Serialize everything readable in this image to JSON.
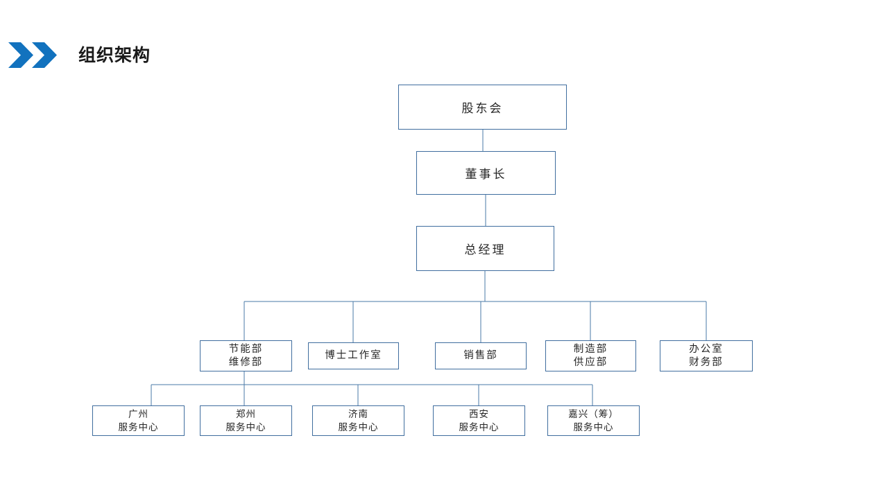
{
  "header": {
    "title": "组织架构",
    "icon": "double-chevron-right-icon",
    "accent_color": "#1272be"
  },
  "theme": {
    "node_border_color": "#3f6d9e",
    "node_fill_color": "#ffffff",
    "connector_color": "#4a7aa7",
    "text_color": "#262626",
    "background_color": "#ffffff"
  },
  "chart_data": {
    "type": "diagram",
    "subtype": "org-chart",
    "title": "组织架构",
    "orientation": "top-down",
    "levels": [
      {
        "level": 0,
        "name": "shareholders",
        "nodes": [
          {
            "id": "shareholders",
            "lines": [
              "股东会"
            ]
          }
        ]
      },
      {
        "level": 1,
        "name": "chairman",
        "nodes": [
          {
            "id": "chairman",
            "lines": [
              "董事长"
            ]
          }
        ]
      },
      {
        "level": 2,
        "name": "general-manager",
        "nodes": [
          {
            "id": "gm",
            "lines": [
              "总经理"
            ]
          }
        ]
      },
      {
        "level": 3,
        "name": "departments",
        "nodes": [
          {
            "id": "dept-0",
            "lines": [
              "节能部",
              "维修部"
            ]
          },
          {
            "id": "dept-1",
            "lines": [
              "博士工作室"
            ]
          },
          {
            "id": "dept-2",
            "lines": [
              "销售部"
            ]
          },
          {
            "id": "dept-3",
            "lines": [
              "制造部",
              "供应部"
            ]
          },
          {
            "id": "dept-4",
            "lines": [
              "办公室",
              "财务部"
            ]
          }
        ]
      },
      {
        "level": 4,
        "name": "service-centers",
        "nodes": [
          {
            "id": "center-0",
            "lines": [
              "广州",
              "服务中心"
            ]
          },
          {
            "id": "center-1",
            "lines": [
              "郑州",
              "服务中心"
            ]
          },
          {
            "id": "center-2",
            "lines": [
              "济南",
              "服务中心"
            ]
          },
          {
            "id": "center-3",
            "lines": [
              "西安",
              "服务中心"
            ]
          },
          {
            "id": "center-4",
            "lines": [
              "嘉兴（筹）",
              "服务中心"
            ]
          }
        ]
      }
    ],
    "edges": [
      {
        "from": "shareholders",
        "to": "chairman"
      },
      {
        "from": "chairman",
        "to": "gm"
      },
      {
        "from": "gm",
        "to": "dept-0"
      },
      {
        "from": "gm",
        "to": "dept-1"
      },
      {
        "from": "gm",
        "to": "dept-2"
      },
      {
        "from": "gm",
        "to": "dept-3"
      },
      {
        "from": "gm",
        "to": "dept-4"
      },
      {
        "from": "dept-0",
        "to": "center-0"
      },
      {
        "from": "dept-0",
        "to": "center-1"
      },
      {
        "from": "dept-0",
        "to": "center-2"
      },
      {
        "from": "dept-0",
        "to": "center-3"
      },
      {
        "from": "dept-0",
        "to": "center-4"
      }
    ]
  }
}
